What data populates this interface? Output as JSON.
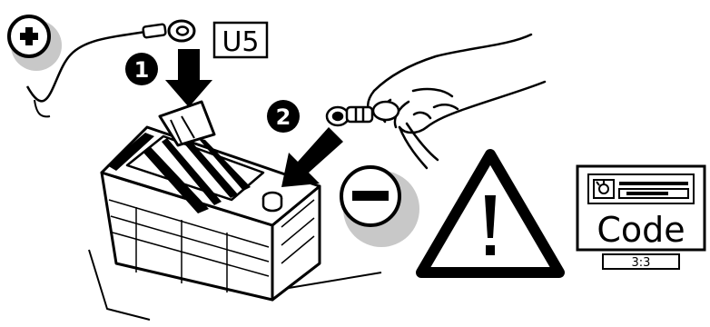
{
  "labels": {
    "plus_symbol": "+",
    "minus_symbol": "−",
    "step_1": "1",
    "step_2": "2",
    "code_ref": "U5",
    "code_word": "Code",
    "code_fraction": "3:3",
    "warning_symbol": "!"
  },
  "colors": {
    "ink": "#000000",
    "paper": "#ffffff",
    "shadow": "#c8c8c8"
  },
  "icons": {
    "positive_terminal": "plus-circle-icon",
    "negative_terminal": "minus-circle-icon",
    "warning": "warning-triangle-icon",
    "radio_code": "radio-code-icon"
  }
}
